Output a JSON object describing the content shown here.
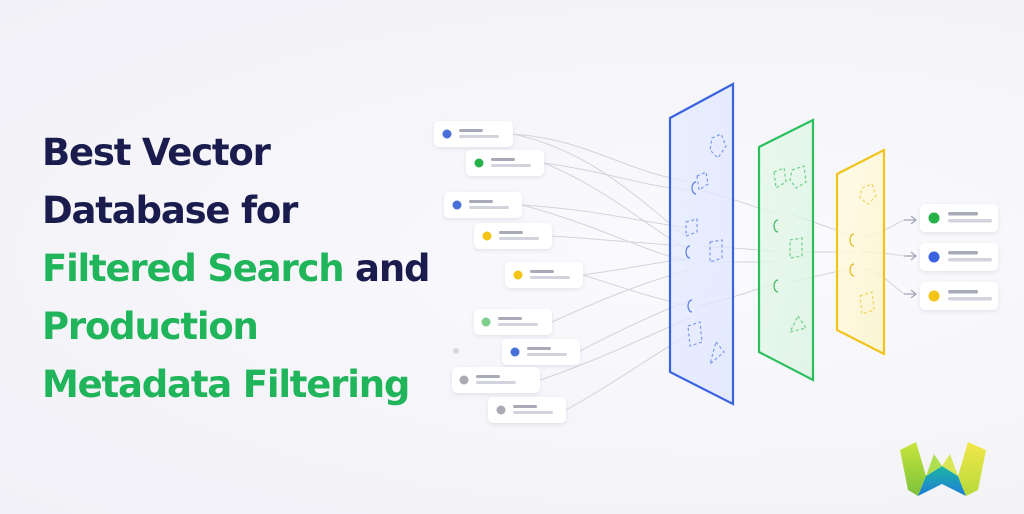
{
  "headline": {
    "line1": "Best Vector",
    "line2": "Database for",
    "line3_green": "Filtered Search",
    "line3_navy": " and",
    "line4": "Production",
    "line5": "Metadata Filtering"
  },
  "colors": {
    "navy": "#1b1c4e",
    "green": "#20b55a",
    "blue_dot": "#4a6fd9",
    "green_dot": "#27b24a",
    "yellow_dot": "#f3c316",
    "gray_dot": "#a9aab4",
    "panel_blue": "#3a63e0",
    "panel_green": "#2cbf5c",
    "panel_yellow": "#f0c418"
  },
  "illustration": {
    "input_cards": [
      "blue",
      "green",
      "blue",
      "yellow",
      "yellow",
      "green",
      "blue",
      "gray",
      "gray"
    ],
    "filter_panels": [
      "blue",
      "green",
      "yellow"
    ],
    "output_cards": [
      "green",
      "blue",
      "yellow"
    ]
  },
  "logo": {
    "icon": "w-logo-icon"
  }
}
